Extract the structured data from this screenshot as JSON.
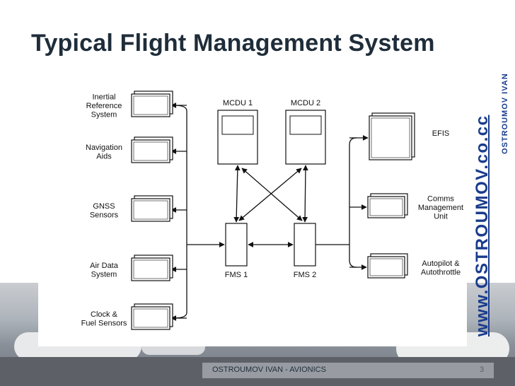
{
  "slide": {
    "title": "Typical Flight Management System",
    "side_url": "www.OSTROUMOV.co.cc",
    "side_author": "OSTROUMOV IVAN",
    "footer": "OSTROUMOV IVAN - AVIONICS",
    "page_number": "3"
  },
  "diagram": {
    "sensors": [
      {
        "lines": [
          "Inertial",
          "Reference",
          "System"
        ]
      },
      {
        "lines": [
          "Navigation",
          "Aids"
        ]
      },
      {
        "lines": [
          "GNSS",
          "Sensors"
        ]
      },
      {
        "lines": [
          "Air Data",
          "System"
        ]
      },
      {
        "lines": [
          "Clock &",
          "Fuel Sensors"
        ]
      }
    ],
    "mcdus": [
      "MCDU 1",
      "MCDU 2"
    ],
    "fms": [
      "FMS 1",
      "FMS 2"
    ],
    "outputs": [
      {
        "lines": [
          "EFIS"
        ]
      },
      {
        "lines": [
          "Comms",
          "Management",
          "Unit"
        ]
      },
      {
        "lines": [
          "Autopilot &",
          "Autothrottle"
        ]
      }
    ]
  },
  "colors": {
    "title": "#1f2d3a",
    "accent": "#1a3c8c",
    "line": "#111111"
  }
}
